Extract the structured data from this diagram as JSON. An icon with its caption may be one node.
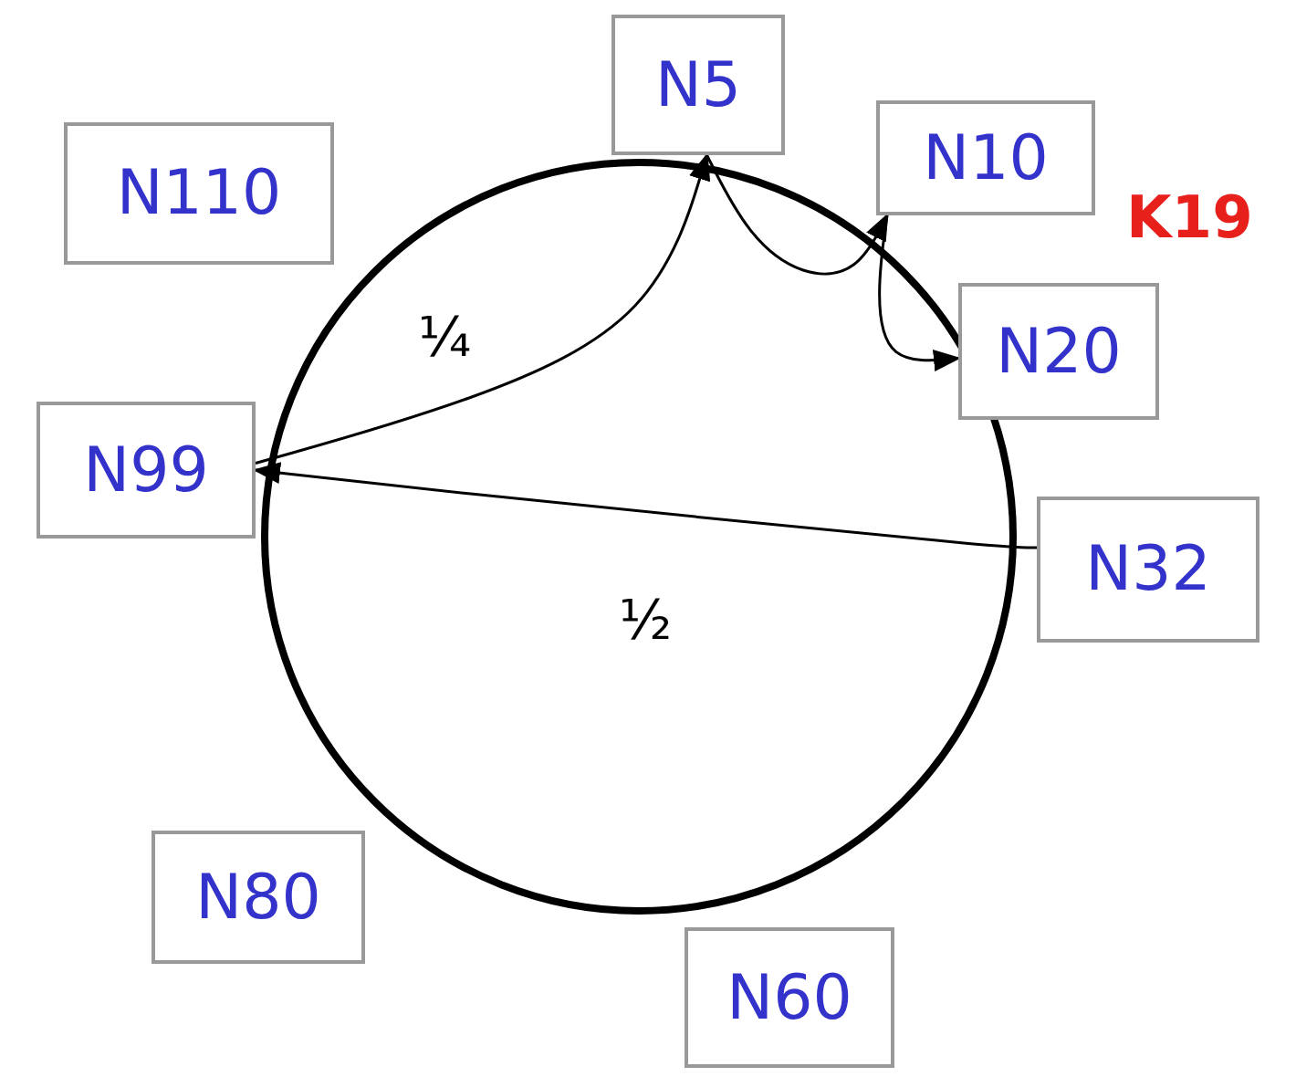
{
  "diagram": {
    "nodes": [
      {
        "text": [
          "N5"
        ]
      },
      {
        "text": [
          "N10"
        ]
      },
      {
        "text": [
          "N110"
        ]
      },
      {
        "text": [
          "N20"
        ]
      },
      {
        "text": [
          "N99"
        ]
      },
      {
        "text": [
          "N32"
        ]
      },
      {
        "text": [
          "N80"
        ]
      },
      {
        "text": [
          "N60"
        ]
      }
    ],
    "edges": [
      {
        "from": 5,
        "to": 4,
        "arrow": "to",
        "label": "½"
      },
      {
        "from": 4,
        "to": 0,
        "arrow": "to",
        "label": "¼"
      },
      {
        "from": 0,
        "to": 1,
        "arrow": "to"
      },
      {
        "from": 1,
        "to": 3,
        "arrow": "to"
      }
    ],
    "labels": [
      "K19"
    ]
  }
}
